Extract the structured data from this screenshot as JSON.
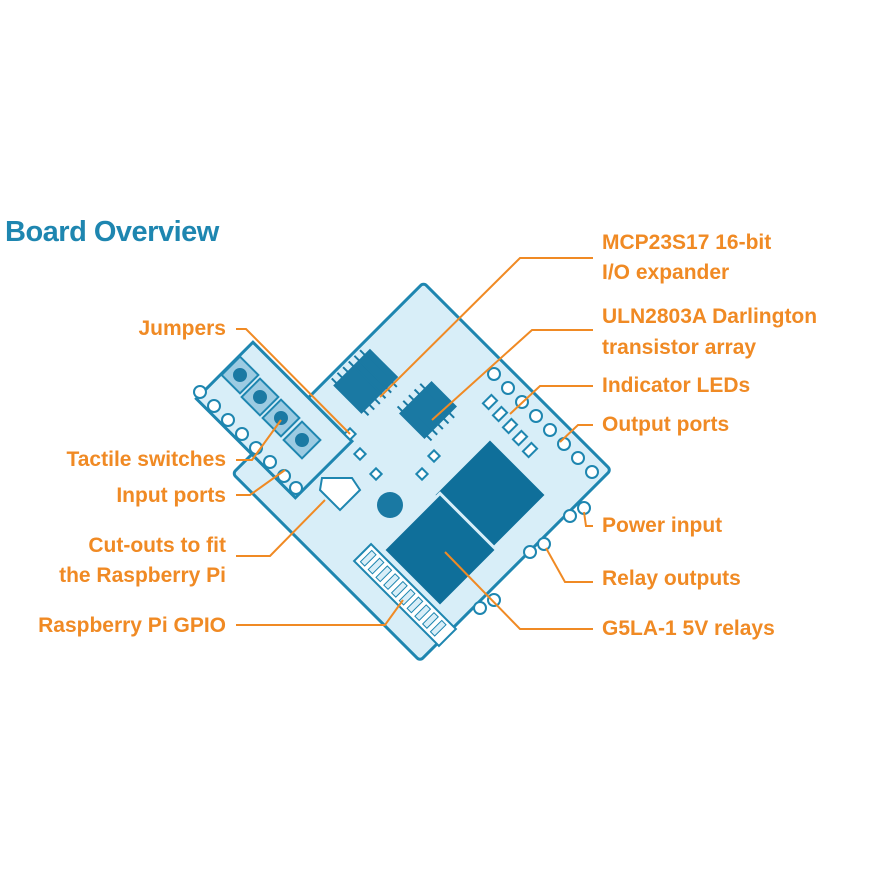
{
  "title": "Board Overview",
  "colors": {
    "title": "#1e86b0",
    "label": "#f08a24",
    "board_fill": "#d8eef8",
    "board_stroke": "#1e86b0",
    "relay_fill": "#0f6f9a",
    "chip_fill": "#1a79a3"
  },
  "labels": {
    "left": {
      "jumpers": "Jumpers",
      "tactile_switches": "Tactile switches",
      "input_ports": "Input ports",
      "cutouts_line1": "Cut-outs to fit",
      "cutouts_line2": "the Raspberry Pi",
      "gpio": "Raspberry Pi GPIO"
    },
    "right": {
      "mcp_line1": "MCP23S17 16-bit",
      "mcp_line2": "I/O expander",
      "uln_line1": "ULN2803A Darlington",
      "uln_line2": "transistor array",
      "indicator_leds": "Indicator LEDs",
      "output_ports": "Output ports",
      "power_input": "Power input",
      "relay_outputs": "Relay outputs",
      "relays": "G5LA-1 5V relays"
    }
  }
}
